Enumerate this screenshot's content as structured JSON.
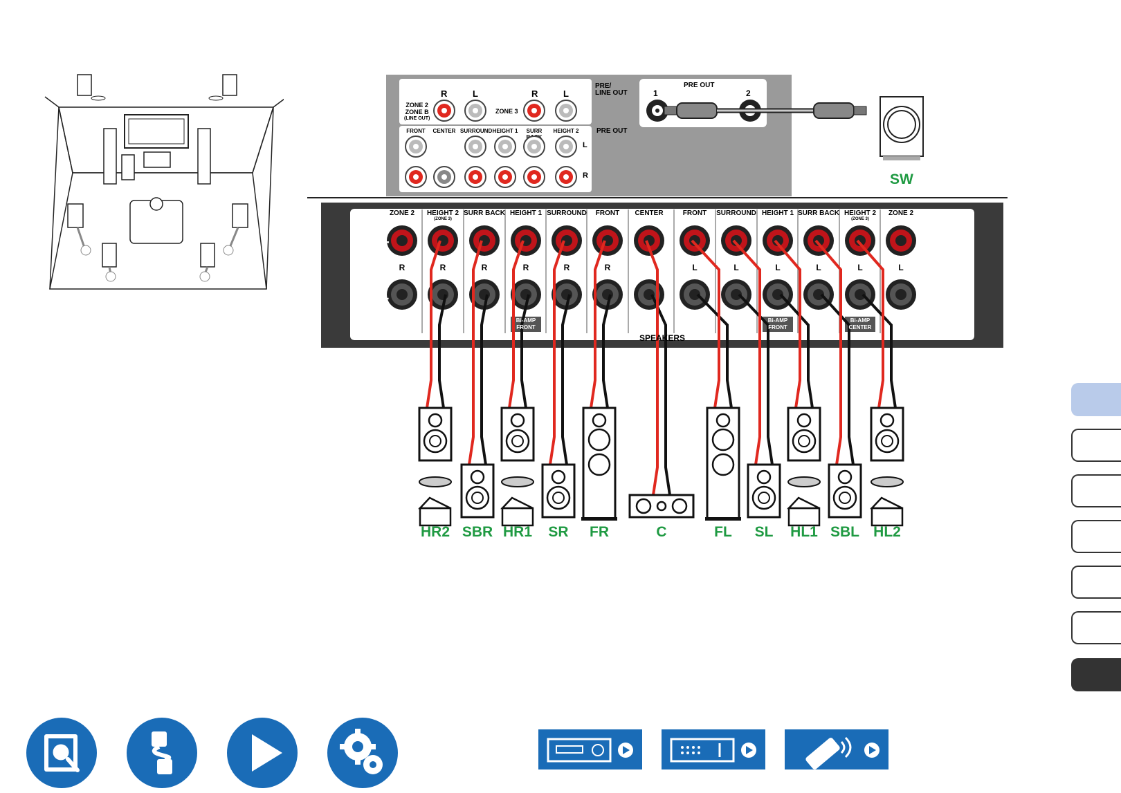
{
  "colors": {
    "accent": "#1a6cb7",
    "green": "#1f9a42",
    "red": "#e0281f",
    "panel": "#3a3a3a",
    "tab_active": "#b9cbea"
  },
  "preout_panel": {
    "zone2_label": "ZONE 2",
    "zoneb_label": "ZONE B",
    "lineout_label": "(LINE OUT)",
    "zone3_label": "ZONE 3",
    "r": "R",
    "l": "L",
    "pre_line_out": "PRE/\nLINE OUT",
    "pre_out_heading": "PRE OUT",
    "sw1": "1",
    "sw2": "2",
    "pre_out_label": "PRE OUT",
    "columns": [
      "FRONT",
      "CENTER",
      "SURROUND",
      "HEIGHT 1",
      "SURR BACK",
      "HEIGHT 2"
    ]
  },
  "subwoofer": {
    "label": "SW"
  },
  "speaker_panel": {
    "columns": [
      "ZONE 2",
      "HEIGHT 2",
      "SURR BACK",
      "HEIGHT 1",
      "SURROUND",
      "FRONT",
      "CENTER",
      "FRONT",
      "SURROUND",
      "HEIGHT 1",
      "SURR BACK",
      "HEIGHT 2",
      "ZONE 2"
    ],
    "sublabels": [
      "",
      "(ZONE 3)",
      "",
      "",
      "",
      "",
      "",
      "",
      "",
      "",
      "",
      "(ZONE 3)",
      ""
    ],
    "channels": [
      "R",
      "R",
      "R",
      "R",
      "R",
      "R",
      "",
      "L",
      "L",
      "L",
      "L",
      "L",
      "L"
    ],
    "plus": "+",
    "minus": "–",
    "speakers_label": "SPEAKERS",
    "biamp": [
      {
        "top": "Bi-AMP",
        "bottom": "FRONT"
      },
      {
        "top": "Bi-AMP",
        "bottom": "FRONT"
      },
      {
        "top": "Bi-AMP",
        "bottom": "CENTER"
      }
    ]
  },
  "speaker_labels": [
    "HR2",
    "SBR",
    "HR1",
    "SR",
    "FR",
    "C",
    "FL",
    "SL",
    "HL1",
    "SBL",
    "HL2"
  ],
  "nav_icons": [
    "manual-search-icon",
    "connection-cable-icon",
    "playback-icon",
    "settings-gear-icon"
  ],
  "quick_links": [
    "receiver-front-icon",
    "receiver-rear-icon",
    "remote-control-icon"
  ]
}
